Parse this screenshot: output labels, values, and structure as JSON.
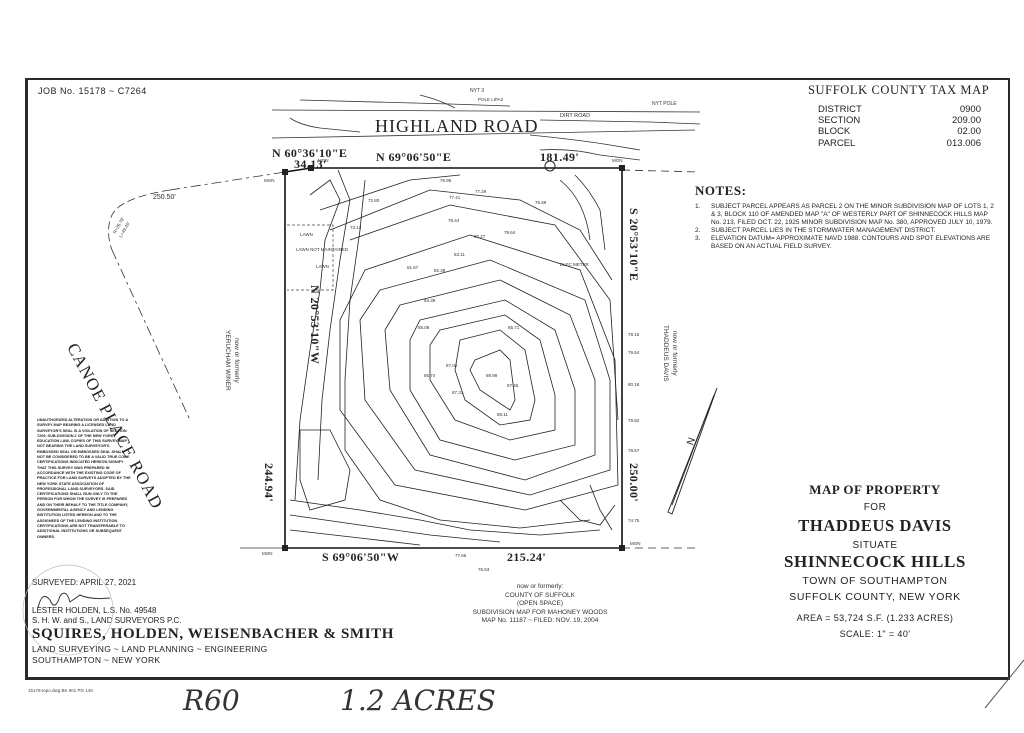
{
  "header": {
    "job_number": "JOB No. 15178 ~ C7264"
  },
  "tax_map": {
    "title": "SUFFOLK COUNTY TAX MAP",
    "rows": [
      {
        "label": "DISTRICT",
        "value": "0900"
      },
      {
        "label": "SECTION",
        "value": "209.00"
      },
      {
        "label": "BLOCK",
        "value": "02.00"
      },
      {
        "label": "PARCEL",
        "value": "013.006"
      }
    ]
  },
  "notes": {
    "title": "NOTES:",
    "items": [
      {
        "num": "1.",
        "text": "SUBJECT PARCEL APPEARS AS PARCEL 2 ON THE MINOR SUBDIVISION MAP OF LOTS 1, 2 & 3, BLOCK 110 OF AMENDED MAP \"A\" OF WESTERLY PART OF SHINNECOCK HILLS MAP No. 213, FILED OCT. 22, 1925 MINOR SUBDIVISION MAP No. 380, APPROVED JULY 10, 1979."
      },
      {
        "num": "2.",
        "text": "SUBJECT PARCEL LIES IN THE STORMWATER MANAGEMENT DISTRICT."
      },
      {
        "num": "3.",
        "text": "ELEVATION DATUM= APPROXIMATE NAVD 1988. CONTOURS AND SPOT ELEVATIONS ARE BASED ON AN ACTUAL FIELD SURVEY."
      }
    ]
  },
  "title_block": {
    "line1": "MAP OF PROPERTY",
    "line2": "FOR",
    "line3": "THADDEUS DAVIS",
    "line4": "SITUATE",
    "line5": "SHINNECOCK HILLS",
    "line6": "TOWN OF SOUTHAMPTON",
    "line7": "SUFFOLK COUNTY, NEW YORK",
    "area": "AREA = 53,724 S.F. (1.233 ACRES)",
    "scale": "SCALE: 1\" = 40'"
  },
  "surveyor": {
    "surveyed": "SURVEYED: APRIL 27, 2021",
    "licensee": "LESTER HOLDEN, L.S. No. 49548",
    "company_short": "S. H. W. and S., LAND SURVEYORS P.C.",
    "firm": "SQUIRES, HOLDEN, WEISENBACHER & SMITH",
    "services": "LAND SURVEYING ~ LAND PLANNING ~ ENGINEERING",
    "location": "SOUTHAMPTON ~ NEW YORK"
  },
  "footer": {
    "file_ref": "15178-topo.dwg   BK 901 PG 149",
    "handwritten_1": "R60",
    "handwritten_2": "1.2 ACRES"
  },
  "disclaimer": "UNAUTHORIZED ALTERATION OR ADDITION TO A SURVEY MAP BEARING A LICENSED LAND SURVEYOR'S SEAL IS A VIOLATION OF SECTION 7209, SUB-DIVISION 2 OF THE NEW YORK EDUCATION LAW. COPIES OF THIS SURVEY MAP NOT BEARING THE LAND SURVEYOR'S EMBOSSED SEAL OR EMBOSSED SEAL SHALL NOT BE CONSIDERED TO BE A VALID TRUE COPY. CERTIFICATIONS INDICATED HEREON SIGNIFY THAT THIS SURVEY WAS PREPARED IN ACCORDANCE WITH THE EXISTING CODE OF PRACTICE FOR LAND SURVEYS ADOPTED BY THE NEW YORK STATE ASSOCIATION OF PROFESSIONAL LAND SURVEYORS. SAID CERTIFICATIONS SHALL RUN ONLY TO THE PERSON FOR WHOM THE SURVEY IS PREPARED AND ON THEIR BEHALF TO THE TITLE COMPANY, GOVERNMENTAL AGENCY AND LENDING INSTITUTION LISTED HEREON AND TO THE ASSIGNEES OF THE LENDING INSTITUTION. CERTIFICATIONS ARE NOT TRANSFERABLE TO ADDITIONAL INSTITUTIONS OR SUBSEQUENT OWNERS.",
  "map": {
    "road_north": "HIGHLAND ROAD",
    "road_west": "CANOE PLACE ROAD",
    "dirt_road": "DIRT ROAD",
    "bearing_nw": "N 60°36'10\"E",
    "dist_nw": "34.13'",
    "bearing_north": "N 69°06'50\"E",
    "dist_north": "181.49'",
    "bearing_west": "N 20°53'10\"W",
    "dist_west": "244.94'",
    "bearing_east": "S 20°53'10\"E",
    "dist_east": "250.00'",
    "bearing_south": "S 69°06'50\"W",
    "dist_south": "215.24'",
    "curve_dist": "250.50'",
    "curve_r": "R=26.78'",
    "curve_l": "L=49.45'",
    "monument": "MON",
    "pole_1": "NYT 3",
    "pole_2": "NYT POLE",
    "pole_label": "POLE LIPA2",
    "lawn_1": "LAWN",
    "lawn_not_maintained": "LAWN NOT MAINTAINED",
    "lawn_2": "LAWN",
    "elec": "ELEC METER",
    "north": "N",
    "adj_west": [
      "now or formerly",
      "YERUCHAM WINER"
    ],
    "adj_east": [
      "now or formerly",
      "THADDEUS DAVIS"
    ],
    "adj_south": [
      "now or formerly:",
      "COUNTY OF SUFFOLK",
      "(OPEN SPACE)",
      "SUBDIVISION MAP FOR MAHONEY WOODS",
      "MAP No. 11187 ~ FILED: NOV. 19, 2004"
    ],
    "spot_elevations": [
      "89.98",
      "88.11",
      "87.45",
      "87.31",
      "87.04",
      "85.74",
      "85.71",
      "85.08",
      "84.39",
      "83.11",
      "82.39",
      "81.67",
      "80.27",
      "79.64",
      "78.44",
      "77.41",
      "77.29",
      "76.95",
      "75.69",
      "73.13",
      "72.80"
    ],
    "edge_elevations": [
      "78.15",
      "79.54",
      "80.18",
      "79.82",
      "78.57",
      "74.75",
      "77.66",
      "76.53"
    ]
  },
  "colors": {
    "ink": "#222222",
    "paper": "#ffffff",
    "border": "#2a2a2a"
  }
}
